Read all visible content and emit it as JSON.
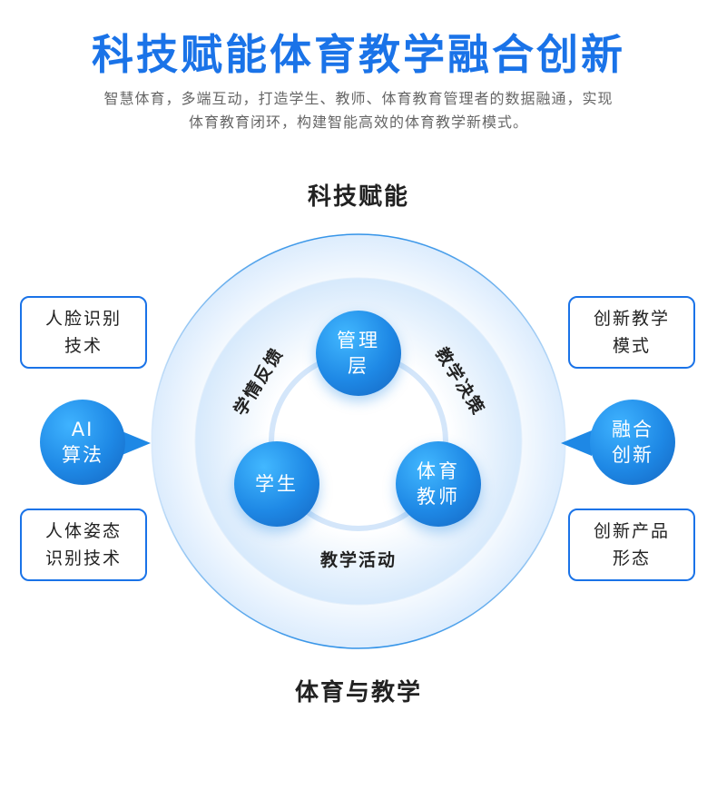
{
  "title": "科技赋能体育教学融合创新",
  "subtitle_line1": "智慧体育，多端互动，打造学生、教师、体育教育管理者的数据融通，实现",
  "subtitle_line2": "体育教育闭环，构建智能高效的体育教学新模式。",
  "top_label": "科技赋能",
  "bottom_label": "体育与教学",
  "left": {
    "box_top": [
      "人脸识别",
      "技术"
    ],
    "bubble": [
      "AI",
      "算法"
    ],
    "box_bottom": [
      "人体姿态",
      "识别技术"
    ]
  },
  "right": {
    "box_top": [
      "创新教学",
      "模式"
    ],
    "bubble": [
      "融合",
      "创新"
    ],
    "box_bottom": [
      "创新产品",
      "形态"
    ]
  },
  "nodes": {
    "top": [
      "管理",
      "层"
    ],
    "left": [
      "学生"
    ],
    "right": [
      "体育",
      "教师"
    ]
  },
  "arc_labels": {
    "left": "学情反馈",
    "right": "教学决策",
    "bottom": "教学活动"
  },
  "colors": {
    "brand_blue": "#1a73e8",
    "node_blue": "#1e88e5",
    "ring_light": "#e8f3ff"
  }
}
